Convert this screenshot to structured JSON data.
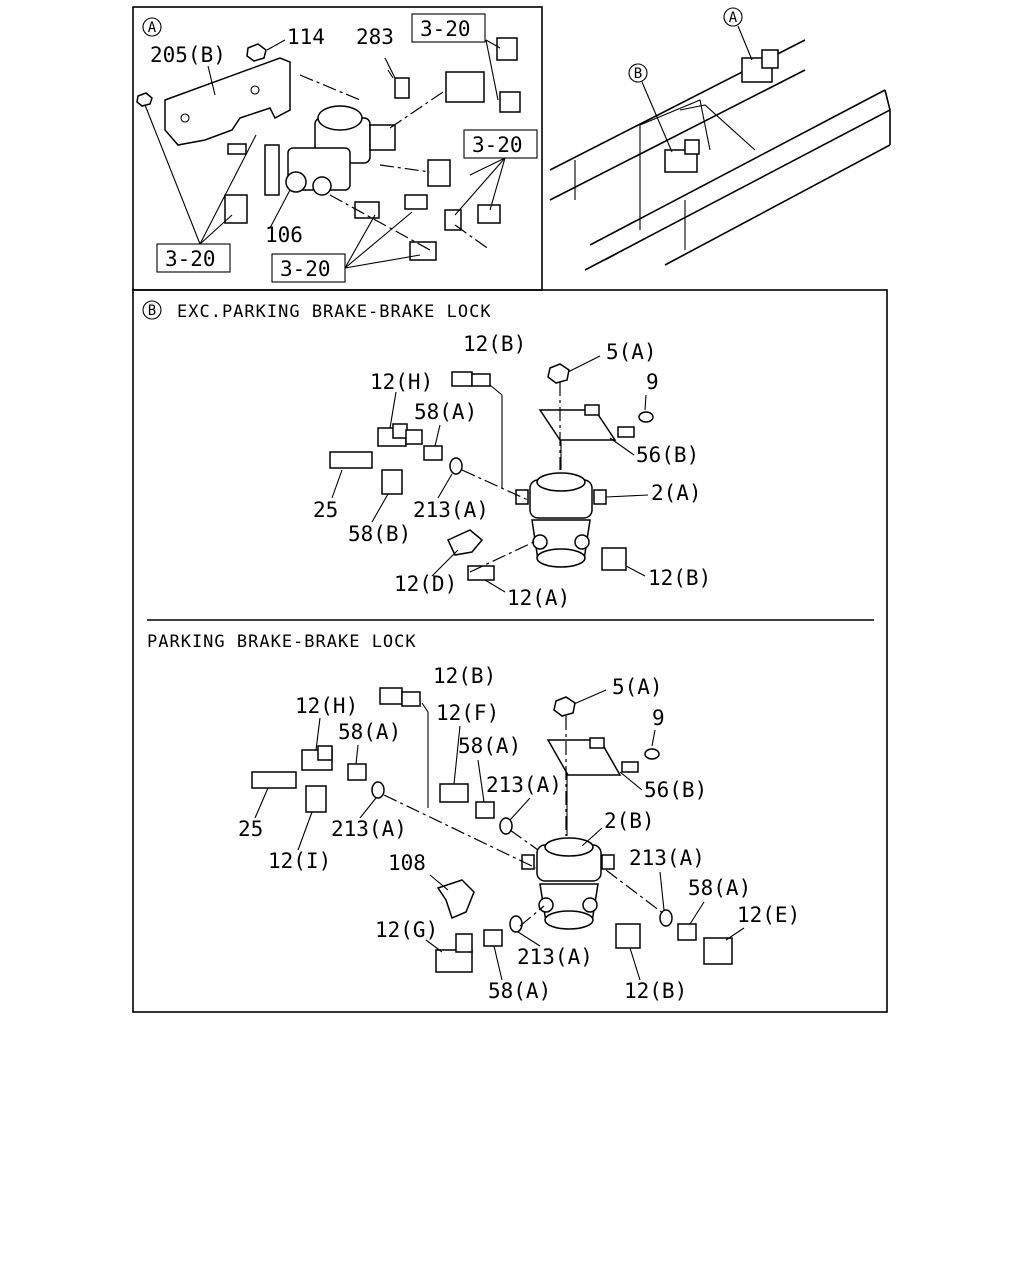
{
  "panel_a": {
    "marker": "A",
    "labels": {
      "p114": "114",
      "p205b": "205(B)",
      "p283": "283",
      "p106": "106",
      "ref_top": "3-20",
      "ref_right": "3-20",
      "ref_left": "3-20",
      "ref_bottom": "3-20"
    }
  },
  "overview": {
    "marker_a": "A",
    "marker_b": "B"
  },
  "panel_b": {
    "marker": "B",
    "title": "EXC.PARKING BRAKE-BRAKE LOCK",
    "labels": {
      "p12b_top": "12(B)",
      "p5a": "5(A)",
      "p12h": "12(H)",
      "p9": "9",
      "p58a": "58(A)",
      "p56b": "56(B)",
      "p2a": "2(A)",
      "p25": "25",
      "p213a": "213(A)",
      "p58b": "58(B)",
      "p12d": "12(D)",
      "p12a": "12(A)",
      "p12b_right": "12(B)"
    }
  },
  "panel_c": {
    "title": "PARKING BRAKE-BRAKE LOCK",
    "labels": {
      "p12b_top": "12(B)",
      "p5a": "5(A)",
      "p12h": "12(H)",
      "p12f": "12(F)",
      "p9": "9",
      "p58a_1": "58(A)",
      "p58a_2": "58(A)",
      "p213a_1": "213(A)",
      "p56b": "56(B)",
      "p25": "25",
      "p213a_2": "213(A)",
      "p2b": "2(B)",
      "p12i": "12(I)",
      "p108": "108",
      "p213a_3": "213(A)",
      "p58a_3": "58(A)",
      "p12e": "12(E)",
      "p12g": "12(G)",
      "p213a_4": "213(A)",
      "p58a_4": "58(A)",
      "p12b_bottom": "12(B)"
    }
  }
}
